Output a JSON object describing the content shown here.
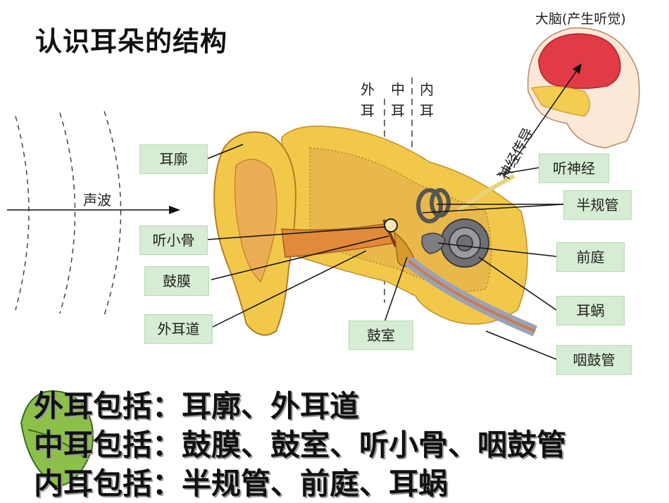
{
  "title": "认识耳朵的结构",
  "sound_wave_label": "声波",
  "brain_label": "大脑(产生听觉)",
  "nerve_path_label": "神经传导",
  "columns": {
    "outer": "外耳",
    "middle": "中耳",
    "inner": "内耳"
  },
  "labels": {
    "auricle": "耳廓",
    "ossicles": "听小骨",
    "eardrum": "鼓膜",
    "ear_canal": "外耳道",
    "tympanic_cavity": "鼓室",
    "auditory_nerve": "听神经",
    "semicircular_canals": "半规管",
    "vestibule": "前庭",
    "cochlea": "耳蜗",
    "eustachian_tube": "咽鼓管"
  },
  "summary": [
    "外耳包括：耳廓、外耳道",
    "中耳包括：鼓膜、鼓室、听小骨、咽鼓管",
    "内耳包括：半规管、前庭、耳蜗"
  ],
  "colors": {
    "skin": "#f2c84b",
    "skin_dark": "#d89a2c",
    "canal": "#e08a3a",
    "bone_dots": "#3a2a10",
    "cochlea": "#6f6f74",
    "brain": "#e23b48",
    "label_bg": "#d7ecd4"
  }
}
